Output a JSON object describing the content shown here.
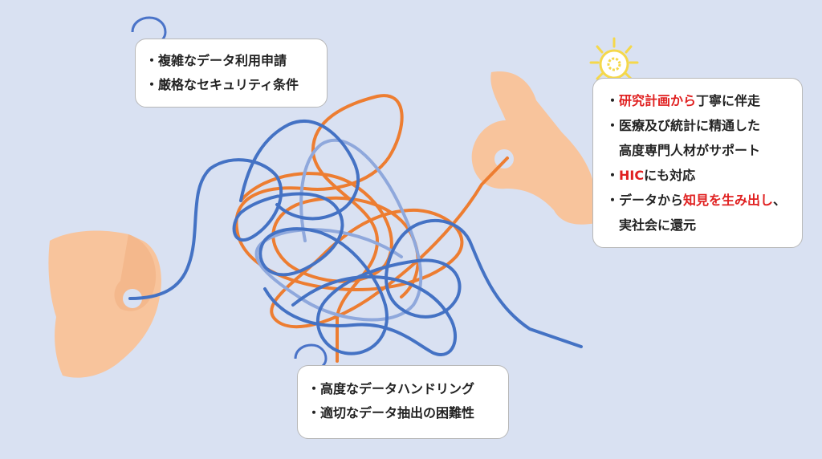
{
  "colors": {
    "background": "#d9e1f2",
    "blue_line": "#4472c4",
    "light_blue_line": "#8fa8dc",
    "orange_line": "#ed7d31",
    "hand": "#f8c49c",
    "question_mark": "#4a73c8",
    "bulb": "#f5d84a",
    "highlight": "#e02020"
  },
  "icons": {
    "top_left": "question-mark-icon",
    "bottom": "question-mark-icon",
    "right": "lightbulb-gear-icon"
  },
  "boxes": {
    "top_left": {
      "line1": "・複雑なデータ利用申請",
      "line2": "・厳格なセキュリティ条件"
    },
    "bottom": {
      "line1": "・高度なデータハンドリング",
      "line2": "・適切なデータ抽出の困難性"
    },
    "right": {
      "line1_bullet": "・",
      "line1_red": "研究計画から",
      "line1_rest": "丁寧に伴走",
      "line2": "・医療及び統計に精通した",
      "line3": "高度専門人材がサポート",
      "line4_bullet": "・",
      "line4_red": "HIC",
      "line4_rest": "にも対応",
      "line5_bullet": "・データから",
      "line5_red": "知見を生み出し",
      "line5_rest": "、",
      "line6": "実社会に還元"
    }
  }
}
